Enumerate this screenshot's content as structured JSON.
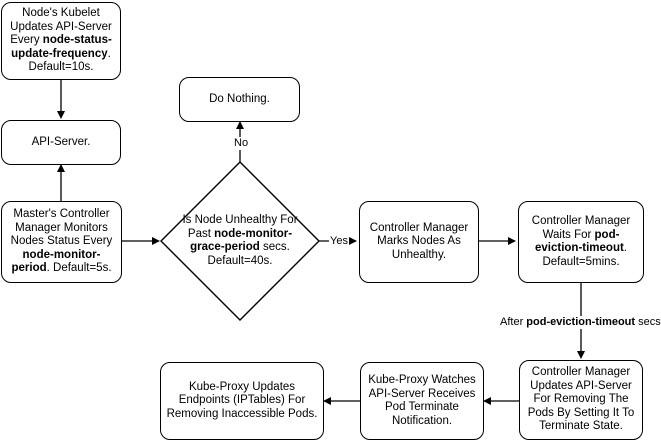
{
  "nodes": {
    "kubelet": [
      {
        "t": "Node's Kubelet Updates API-Server Every "
      },
      {
        "t": "node-status-update-frequency",
        "b": true
      },
      {
        "t": ". Default=10s."
      }
    ],
    "api_server": [
      {
        "t": "API-Server."
      }
    ],
    "controller_monitors": [
      {
        "t": "Master's Controller Manager Monitors Nodes Status Every "
      },
      {
        "t": "node-monitor-period",
        "b": true
      },
      {
        "t": ". Default=5s."
      }
    ],
    "decision": [
      {
        "t": "Is Node Unhealthy For Past "
      },
      {
        "t": "node-monitor-grace-period",
        "b": true
      },
      {
        "t": " secs. Default=40s."
      }
    ],
    "do_nothing": [
      {
        "t": "Do Nothing."
      }
    ],
    "marks_unhealthy": [
      {
        "t": "Controller Manager Marks Nodes As Unhealthy."
      }
    ],
    "waits": [
      {
        "t": "Controller Manager Waits For "
      },
      {
        "t": "pod-eviction-timeout",
        "b": true
      },
      {
        "t": ". Default=5mins."
      }
    ],
    "updates_api": [
      {
        "t": "Controller Manager Updates API-Server For Removing The Pods By Setting It To Terminate State."
      }
    ],
    "kube_proxy_watches": [
      {
        "t": "Kube-Proxy Watches API-Server Receives Pod Terminate Notification."
      }
    ],
    "kube_proxy_updates": [
      {
        "t": "Kube-Proxy Updates Endpoints (IPTables) For Removing Inaccessible Pods."
      }
    ]
  },
  "edge_labels": {
    "no": [
      {
        "t": "No"
      }
    ],
    "yes": [
      {
        "t": "Yes"
      }
    ],
    "after_timeout": [
      {
        "t": "After "
      },
      {
        "t": "pod-eviction-timeout",
        "b": true
      },
      {
        "t": " secs"
      }
    ]
  }
}
